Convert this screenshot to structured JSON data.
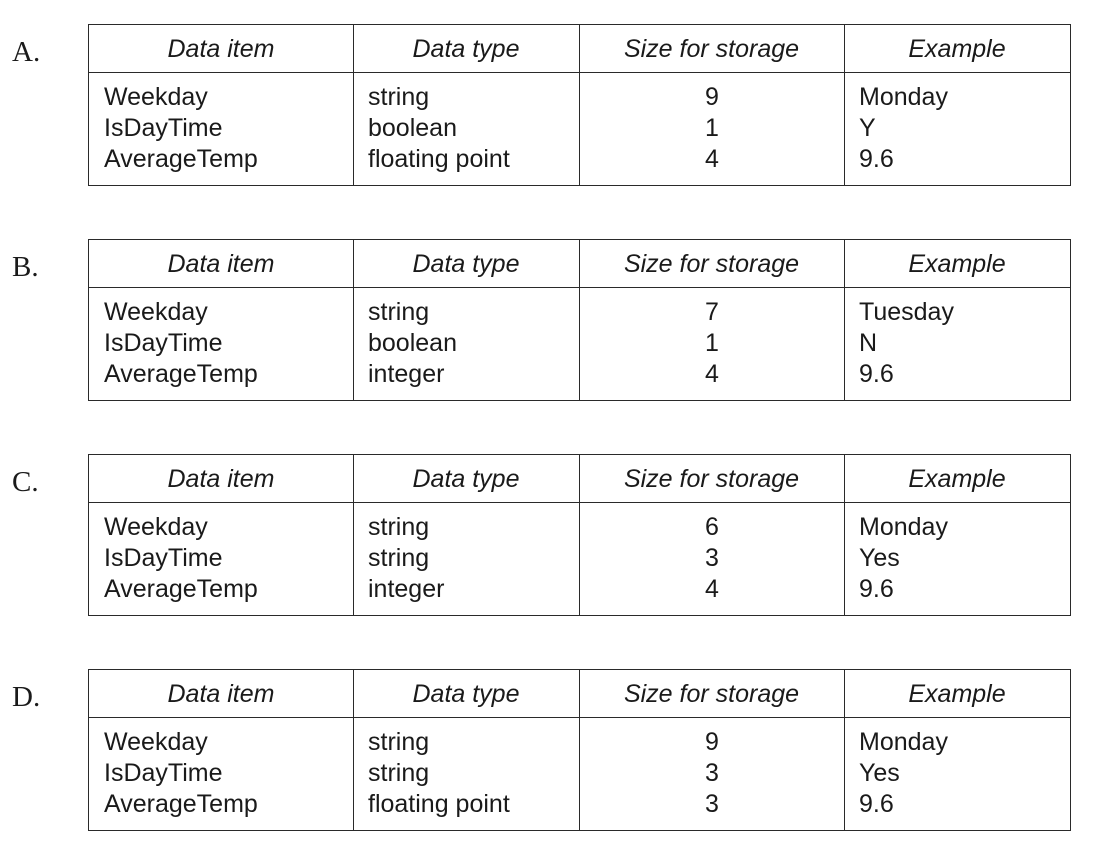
{
  "headers": [
    "Data item",
    "Data type",
    "Size for storage",
    "Example"
  ],
  "options": [
    {
      "letter": "A.",
      "rows": [
        [
          "Weekday",
          "string",
          "9",
          "Monday"
        ],
        [
          "IsDayTime",
          "boolean",
          "1",
          "Y"
        ],
        [
          "AverageTemp",
          "floating point",
          "4",
          "9.6"
        ]
      ]
    },
    {
      "letter": "B.",
      "rows": [
        [
          "Weekday",
          "string",
          "7",
          "Tuesday"
        ],
        [
          "IsDayTime",
          "boolean",
          "1",
          "N"
        ],
        [
          "AverageTemp",
          "integer",
          "4",
          "9.6"
        ]
      ]
    },
    {
      "letter": "C.",
      "rows": [
        [
          "Weekday",
          "string",
          "6",
          "Monday"
        ],
        [
          "IsDayTime",
          "string",
          "3",
          "Yes"
        ],
        [
          "AverageTemp",
          "integer",
          "4",
          "9.6"
        ]
      ]
    },
    {
      "letter": "D.",
      "rows": [
        [
          "Weekday",
          "string",
          "9",
          "Monday"
        ],
        [
          "IsDayTime",
          "string",
          "3",
          "Yes"
        ],
        [
          "AverageTemp",
          "floating point",
          "3",
          "9.6"
        ]
      ]
    }
  ]
}
